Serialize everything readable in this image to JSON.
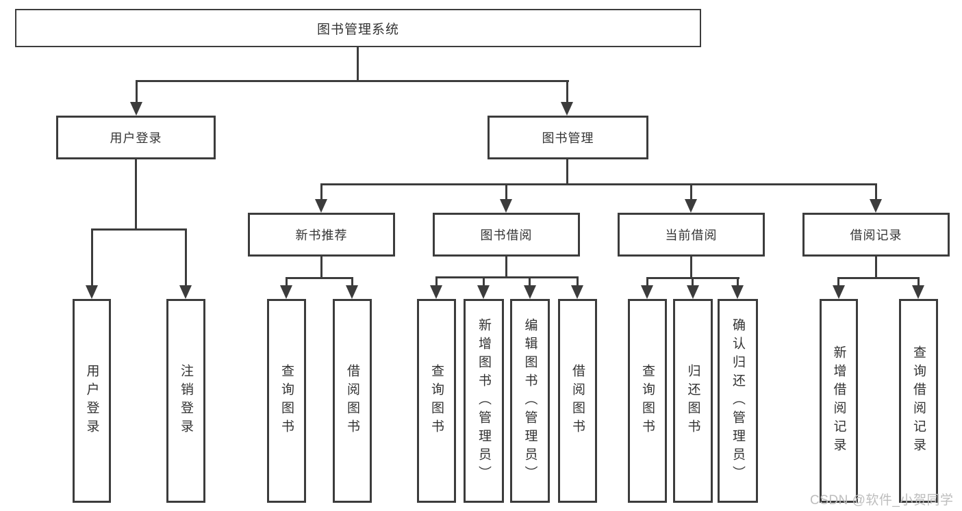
{
  "diagram": {
    "root": {
      "label": "图书管理系统"
    },
    "branches": [
      {
        "label": "用户登录",
        "leaves": [
          {
            "label": "用户登录"
          },
          {
            "label": "注销登录"
          }
        ]
      },
      {
        "label": "图书管理",
        "children": [
          {
            "label": "新书推荐",
            "leaves": [
              {
                "label": "查询图书"
              },
              {
                "label": "借阅图书"
              }
            ]
          },
          {
            "label": "图书借阅",
            "leaves": [
              {
                "label": "查询图书"
              },
              {
                "label": "新增图书（管理员）"
              },
              {
                "label": "编辑图书（管理员）"
              },
              {
                "label": "借阅图书"
              }
            ]
          },
          {
            "label": "当前借阅",
            "leaves": [
              {
                "label": "查询图书"
              },
              {
                "label": "归还图书"
              },
              {
                "label": "确认归还（管理员）"
              }
            ]
          },
          {
            "label": "借阅记录",
            "leaves": [
              {
                "label": "新增借阅记录"
              },
              {
                "label": "查询借阅记录"
              }
            ]
          }
        ]
      }
    ],
    "watermark": "CSDN @软件_小贺同学",
    "colors": {
      "line": "#3c3c3c",
      "text": "#333333",
      "watermark": "#bdbdbd",
      "background": "#ffffff"
    }
  }
}
